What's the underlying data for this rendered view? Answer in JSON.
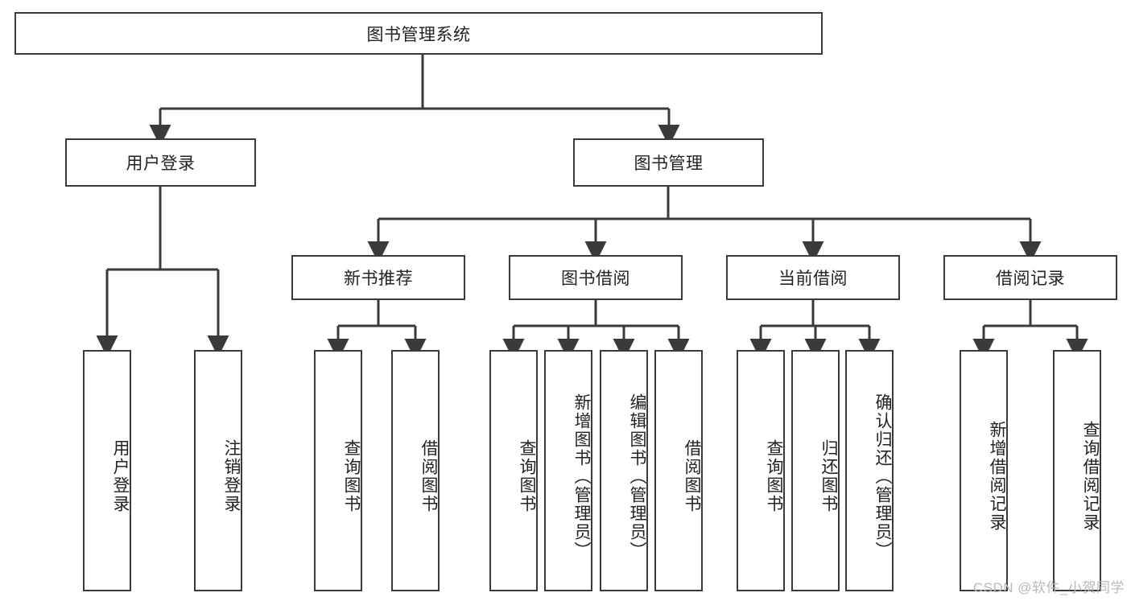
{
  "diagram": {
    "title": "图书管理系统",
    "type": "hierarchy-tree",
    "root": {
      "label": "图书管理系统"
    },
    "level2": [
      {
        "label": "用户登录"
      },
      {
        "label": "图书管理"
      }
    ],
    "level3": [
      {
        "label": "新书推荐"
      },
      {
        "label": "图书借阅"
      },
      {
        "label": "当前借阅"
      },
      {
        "label": "借阅记录"
      }
    ],
    "leaves": {
      "user_login": [
        {
          "label": "用户登录"
        },
        {
          "label": "注销登录"
        }
      ],
      "new_book_recommend": [
        {
          "label": "查询图书"
        },
        {
          "label": "借阅图书"
        }
      ],
      "book_borrow": [
        {
          "label": "查询图书"
        },
        {
          "label": "新增图书（管理员）"
        },
        {
          "label": "编辑图书（管理员）"
        },
        {
          "label": "借阅图书"
        }
      ],
      "current_borrow": [
        {
          "label": "查询图书"
        },
        {
          "label": "归还图书"
        },
        {
          "label": "确认归还（管理员）"
        }
      ],
      "borrow_record": [
        {
          "label": "新增借阅记录"
        },
        {
          "label": "查询借阅记录"
        }
      ]
    }
  },
  "watermark": {
    "text": "CSDN @软件_小贺同学"
  },
  "colors": {
    "box_border": "#3a3a3a",
    "box_fill": "#ffffff",
    "text": "#222222",
    "connector": "#3a3a3a",
    "watermark": "#b9b9b9"
  }
}
